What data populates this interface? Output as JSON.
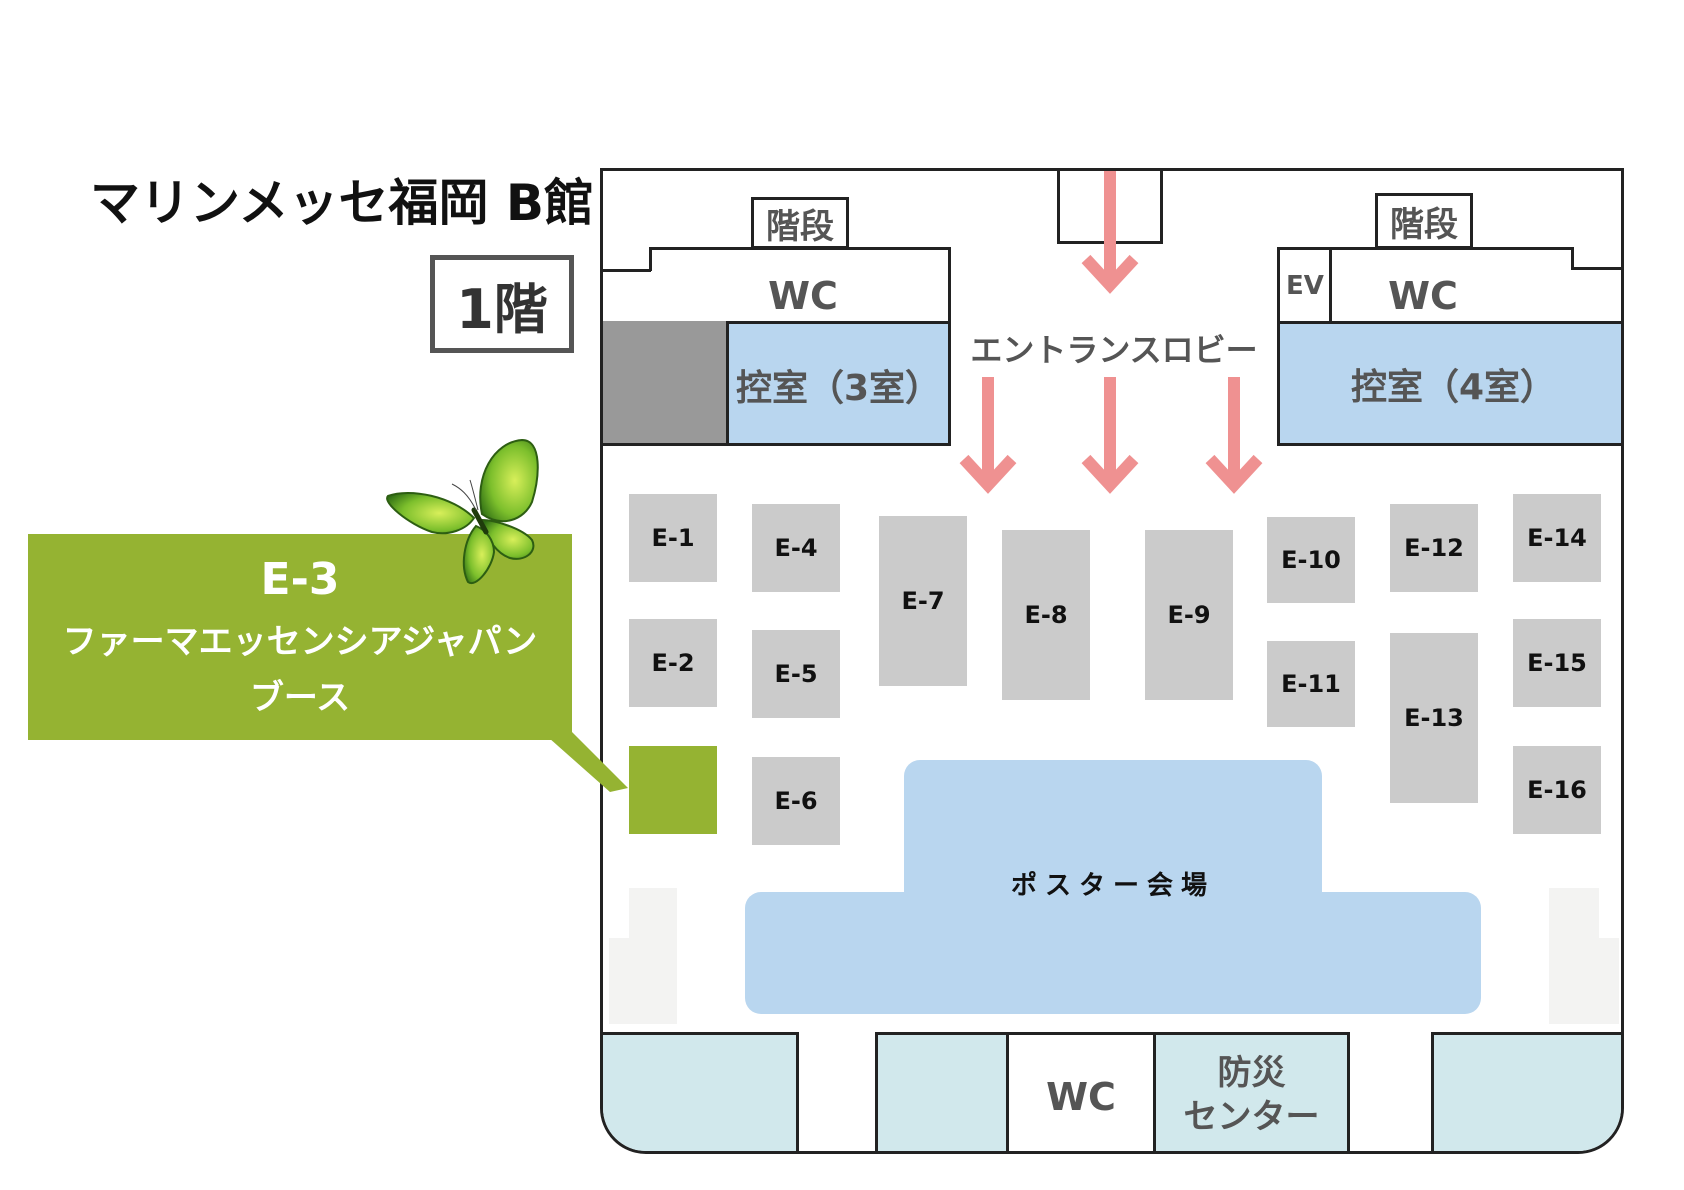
{
  "title": "マリンメッセ福岡 B館",
  "floor": "1階",
  "callout": {
    "booth_id": "E-3",
    "exhibitor": "ファーマエッセンシアジャパン",
    "suffix": "ブース"
  },
  "rooms": {
    "stairs_left": "階段",
    "stairs_right": "階段",
    "wc_left": "WC",
    "wc_right": "WC",
    "wc_bottom": "WC",
    "ev": "EV",
    "waiting_left": "控室（3室）",
    "waiting_right": "控室（4室）",
    "lobby": "エントランスロビー",
    "poster": "ポスター会場",
    "disaster_center_line1": "防災",
    "disaster_center_line2": "センター"
  },
  "booths": [
    "E-1",
    "E-2",
    "E-4",
    "E-5",
    "E-6",
    "E-7",
    "E-8",
    "E-9",
    "E-10",
    "E-11",
    "E-12",
    "E-13",
    "E-14",
    "E-15",
    "E-16"
  ],
  "colors": {
    "highlight": "#95b332",
    "booth": "#cbcbcb",
    "waiting_room": "#b9d6ef",
    "poster_area": "#b9d6ef",
    "lower_rooms": "#d1e8ec",
    "arrow": "#ef9191"
  },
  "icons": [
    "butterfly-icon",
    "entrance-arrow-icon"
  ]
}
